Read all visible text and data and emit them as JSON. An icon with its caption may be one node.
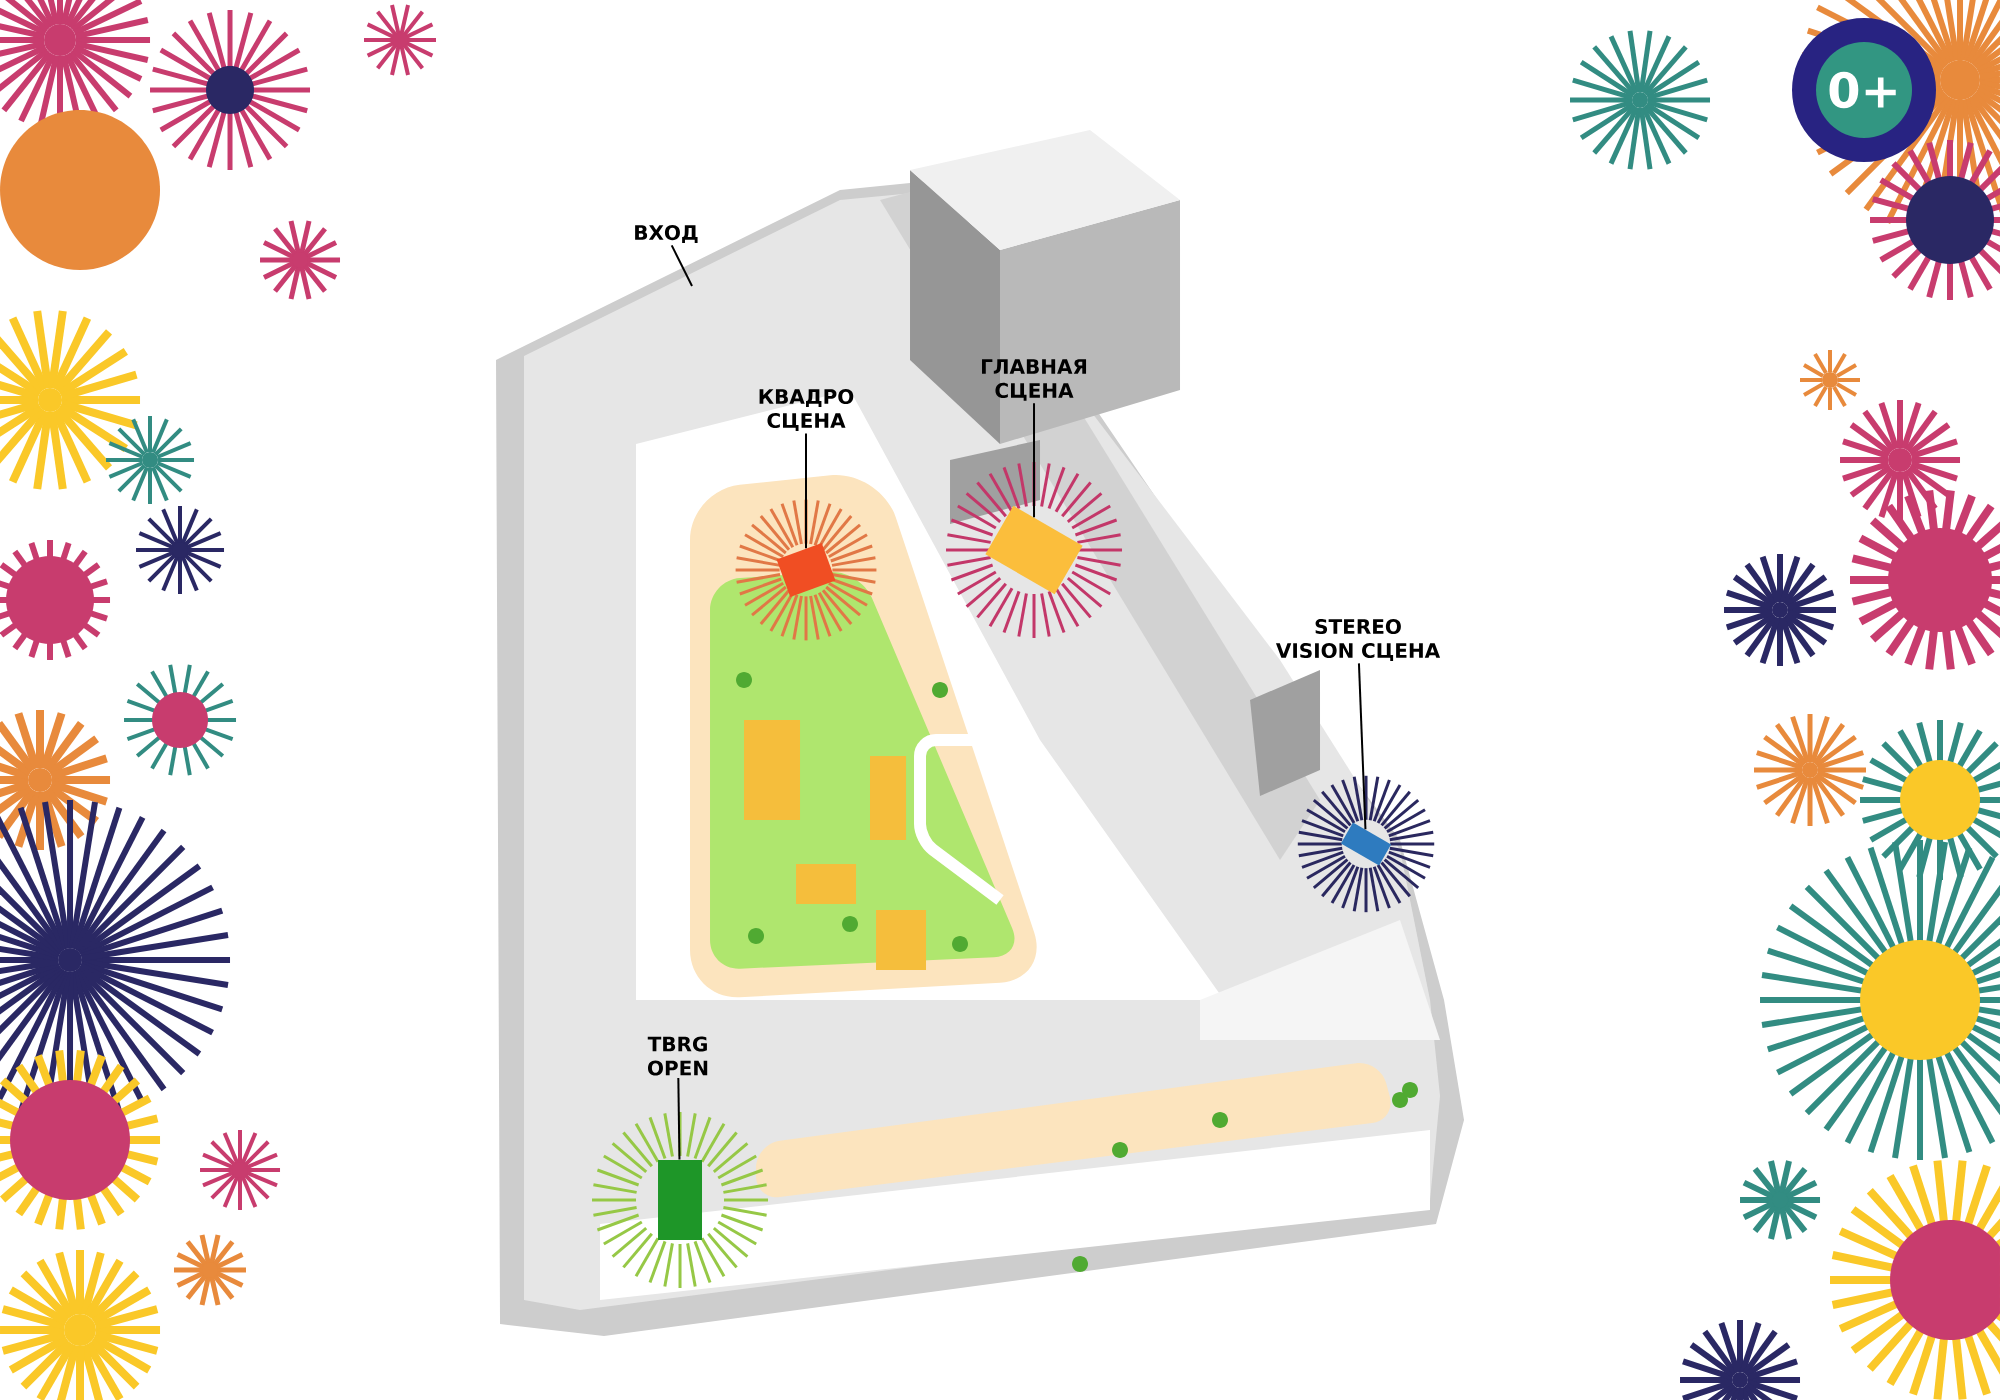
{
  "diagram": {
    "nodes": [
      {
        "text": [
          "ВХОД"
        ]
      },
      {
        "text": [
          "КВАДРО СЦЕНА"
        ]
      },
      {
        "text": [],
        "shape": "box"
      },
      {
        "text": [
          "ГЛАВНАЯ СЦЕНА"
        ]
      },
      {
        "text": [],
        "shape": "box"
      },
      {
        "text": [
          "STEREO VISION СЦЕНА"
        ]
      },
      {
        "text": [],
        "shape": "box"
      },
      {
        "text": [
          "TBRG OPEN"
        ]
      },
      {
        "text": [],
        "shape": "box"
      }
    ],
    "edges": [
      {
        "from": 0,
        "to": null,
        "arrow": "none"
      },
      {
        "from": 1,
        "to": 2,
        "arrow": "none"
      },
      {
        "from": 3,
        "to": 4,
        "arrow": "none"
      },
      {
        "from": 5,
        "to": 6,
        "arrow": "none"
      },
      {
        "from": 7,
        "to": 8,
        "arrow": "none"
      }
    ],
    "labels": [
      "0+"
    ]
  }
}
